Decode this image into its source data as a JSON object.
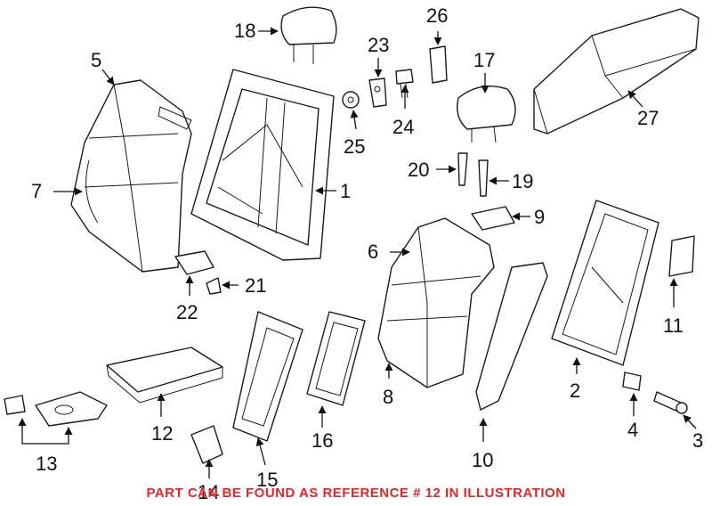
{
  "callouts": [
    "1",
    "2",
    "3",
    "4",
    "5",
    "6",
    "7",
    "8",
    "9",
    "10",
    "11",
    "12",
    "13",
    "14",
    "15",
    "16",
    "17",
    "18",
    "19",
    "20",
    "21",
    "22",
    "23",
    "24",
    "25",
    "26",
    "27"
  ],
  "notice": "PART CAN BE FOUND AS REFERENCE # 12 IN ILLUSTRATION",
  "colors": {
    "notice": "#e5262b",
    "line": "#1a1a1a"
  }
}
